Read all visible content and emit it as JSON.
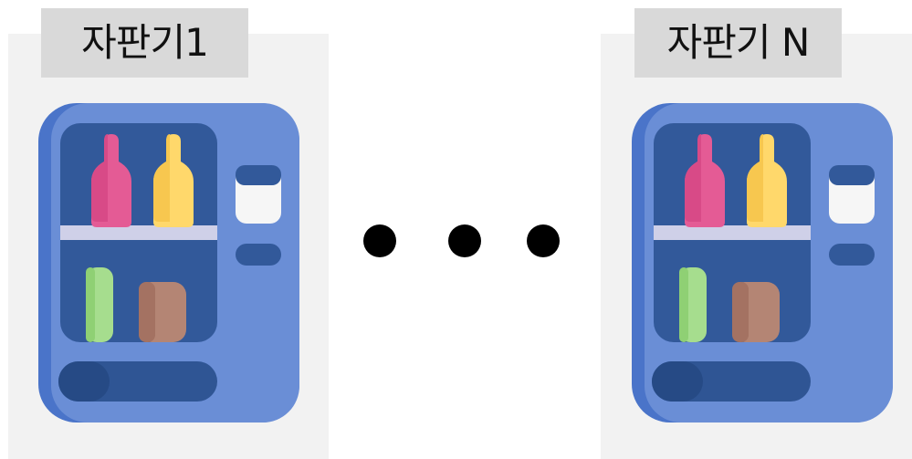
{
  "machines": [
    {
      "label": "자판기1"
    },
    {
      "label": "자판기 N"
    }
  ],
  "ellipsis": {
    "dots": 3
  },
  "colors": {
    "panel_bg": "#f2f2f2",
    "label_bg": "#d9d9d9",
    "machine_body": "#6a8ed6",
    "machine_dark": "#4a74c9",
    "window": "#32599a",
    "shelf": "#cfd0e8",
    "bottle_pink": "#e45b95",
    "bottle_yellow": "#ffd86b",
    "can_green": "#a6dd8e",
    "box_brown": "#b48574",
    "slot_white": "#f6f6f6"
  },
  "icons": [
    "vending-machine-icon",
    "vending-machine-icon"
  ]
}
